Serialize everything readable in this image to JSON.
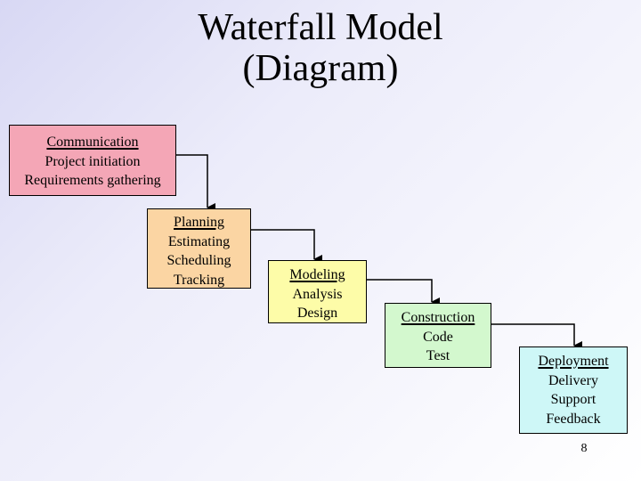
{
  "title": {
    "line1": "Waterfall Model",
    "line2": "(Diagram)"
  },
  "phases": [
    {
      "heading": "Communication",
      "items": [
        "Project initiation",
        "Requirements gathering"
      ],
      "color": "#f4a6b6"
    },
    {
      "heading": "Planning",
      "items": [
        "Estimating",
        "Scheduling",
        "Tracking"
      ],
      "color": "#fbd5a3"
    },
    {
      "heading": "Modeling",
      "items": [
        "Analysis",
        "Design"
      ],
      "color": "#fdfca8"
    },
    {
      "heading": "Construction",
      "items": [
        "Code",
        "Test"
      ],
      "color": "#d3f8ce"
    },
    {
      "heading": "Deployment",
      "items": [
        "Delivery",
        "Support",
        "Feedback"
      ],
      "color": "#cef7f7"
    }
  ],
  "page_number": "8"
}
